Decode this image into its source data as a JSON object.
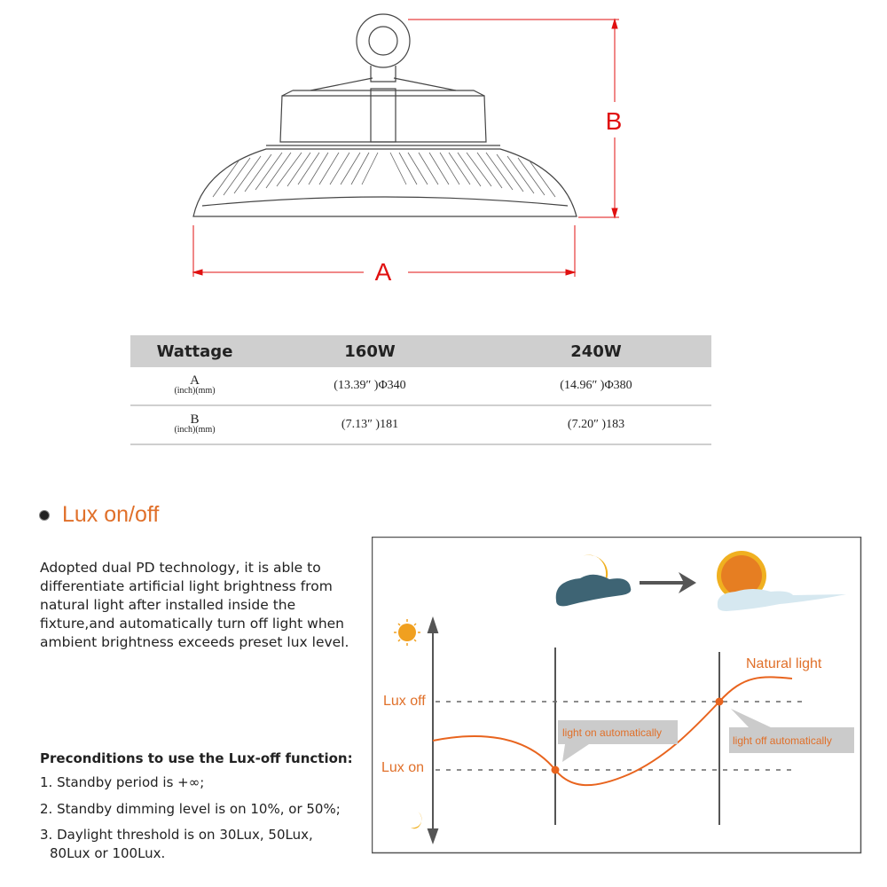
{
  "drawing": {
    "dim_a": "A",
    "dim_b": "B",
    "dim_color": "#e01010"
  },
  "table": {
    "headers": [
      "Wattage",
      "160W",
      "240W"
    ],
    "rows": [
      {
        "label": "A",
        "unit": "(inch)(mm)",
        "values": [
          "(13.39″ )Φ340",
          "(14.96″ )Φ380"
        ]
      },
      {
        "label": "B",
        "unit": "(inch)(mm)",
        "values": [
          "(7.13″ )181",
          "(7.20″ )183"
        ]
      }
    ]
  },
  "lux": {
    "title": "Lux on/off",
    "description": "Adopted dual PD technology, it is able to differentiate artificial light brightness from natural light after installed inside the fixture,and automatically turn off light when ambient brightness exceeds preset lux level.",
    "preconditions_title": "Preconditions to use the Lux-off function:",
    "preconditions": [
      "1. Standby period is +∞;",
      "2. Standby dimming level is on 10%, or 50%;",
      "3. Daylight threshold is on 30Lux, 50Lux,",
      "80Lux or 100Lux."
    ],
    "accent": "#e0702a"
  },
  "diagram": {
    "lux_off": "Lux off",
    "lux_on": "Lux on",
    "natural_light": "Natural light",
    "light_on": "light on automatically",
    "light_off": "light off automatically"
  }
}
